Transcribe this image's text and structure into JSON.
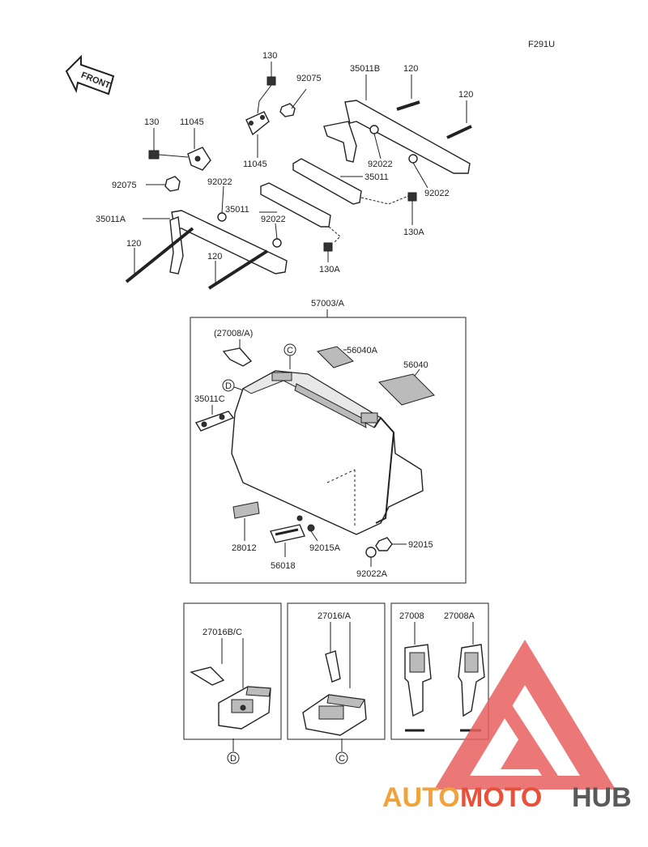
{
  "diagram_code": "F291U",
  "front_label": "FRONT",
  "labels": {
    "p130_top": "130",
    "p92075_top": "92075",
    "p35011B": "35011B",
    "p120_a": "120",
    "p120_b": "120",
    "p130_left": "130",
    "p11045_top": "11045",
    "p11045_mid": "11045",
    "p92022_a": "92022",
    "p35011_a": "35011",
    "p92022_b": "92022",
    "p92075_left": "92075",
    "p92022_c": "92022",
    "p35011_b": "35011",
    "p130A_a": "130A",
    "p35011A": "35011A",
    "p92022_d": "92022",
    "p120_c": "120",
    "p120_d": "120",
    "p130A_b": "130A",
    "p57003A": "57003/A",
    "p27008A_paren": "(27008/A)",
    "circle_C_top": "C",
    "p56040A": "56040A",
    "p56040": "56040",
    "circle_D_top": "D",
    "p35011C": "35011C",
    "p28012": "28012",
    "p92015A": "92015A",
    "p92015": "92015",
    "p56018": "56018",
    "p92022A": "92022A",
    "p27016BC": "27016B/C",
    "p27016A": "27016/A",
    "p27008": "27008",
    "p27008A": "27008A",
    "circle_D_bottom": "D",
    "circle_C_bottom": "C"
  },
  "watermark": {
    "text_a": "AUTO",
    "text_b": "MOTO",
    "text_c": "HUB"
  },
  "colors": {
    "watermark_orange": "#f2a23a",
    "watermark_red": "#e8503a",
    "watermark_grey": "#5a5a5a",
    "watermark_logo": "#e86060"
  }
}
